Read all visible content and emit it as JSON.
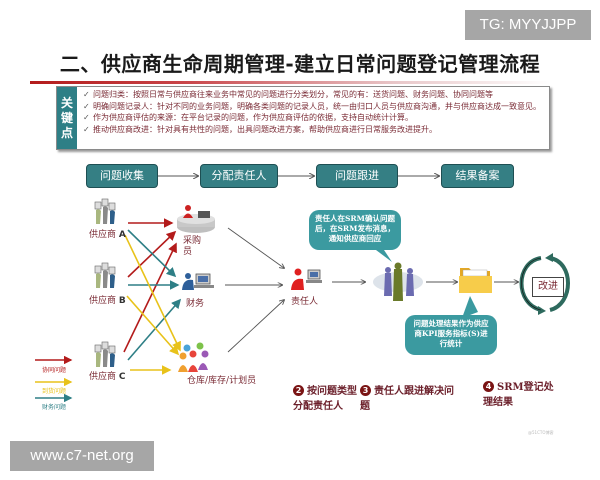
{
  "watermarks": {
    "top": "TG: MYYJJPP",
    "bottom": "www.c7-net.org"
  },
  "title": "二、供应商生命周期管理-建立日常问题登记管理流程",
  "keypoints": {
    "tag": [
      "关",
      "键",
      "点"
    ],
    "items": [
      "问题归类：按照日常与供应商往来业务中常见的问题进行分类划分，常见的有：送货问题、财务问题、协同问题等",
      "明确问题记录人：针对不同的业务问题，明确各类问题的记录人员，统一由归口人员与供应商沟通，并与供应商达成一致意见。",
      "作为供应商评估的来源：在平台记录的问题，作为供应商评估的依据，支持自动统计计算。",
      "推动供应商改进：针对具有共性的问题，出具问题改进方案，帮助供应商进行日常服务改进提升。"
    ]
  },
  "process_steps": [
    "问题收集",
    "分配责任人",
    "问题跟进",
    "结果备案"
  ],
  "suppliers": [
    {
      "name": "供应商",
      "letter": "A"
    },
    {
      "name": "供应商",
      "letter": "B"
    },
    {
      "name": "供应商",
      "letter": "C"
    }
  ],
  "roles": {
    "purchaser": "采购员",
    "finance": "财务",
    "warehouse": "仓库/库存/计划员",
    "owner": "责任人"
  },
  "legend": [
    {
      "label": "协同问题",
      "color": "#b31b1b"
    },
    {
      "label": "到货问题",
      "color": "#e8c21a"
    },
    {
      "label": "财务问题",
      "color": "#2e7f86"
    }
  ],
  "bubbles": {
    "srm_confirm": "责任人在SRM确认问题后，在SRM发布消息，通知供应商回应",
    "kpi_stats": "问题处理结果作为供应商KPI服务指标(S)进行统计"
  },
  "improve_label": "改进",
  "step_notes": [
    {
      "num": "2",
      "text": "按问题类型分配责任人"
    },
    {
      "num": "3",
      "text": "责任人跟进解决问题"
    },
    {
      "num": "4",
      "text": "SRM登记处理结果"
    }
  ],
  "credit": "@51CTO博客",
  "colors": {
    "teal": "#357f84",
    "red": "#b31b1b",
    "yellow": "#e8c21a",
    "bubble": "#3b9aa0"
  }
}
